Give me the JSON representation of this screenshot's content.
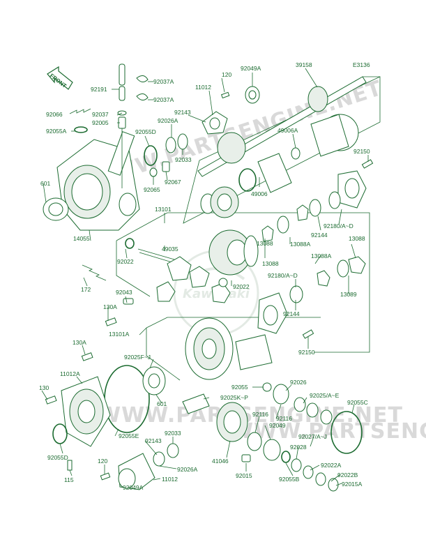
{
  "diagram": {
    "ref_code": "E3136",
    "direction_marker": "FRONT",
    "watermarks": [
      "WWW.PARTSENGINE.NET",
      "WWW.PARTSENGINE.NET",
      "WWW.PARTSENGINE.NET"
    ],
    "brand_logo_text": "Kawasaki",
    "callouts": [
      "92191",
      "92037A",
      "92037A",
      "120",
      "11012",
      "92049A",
      "39158",
      "92066",
      "92037",
      "92005",
      "92055A",
      "92143",
      "92026A",
      "92055D",
      "92033",
      "49006A",
      "92150",
      "601",
      "92065",
      "92067",
      "49006",
      "13101",
      "49035",
      "92022",
      "14055",
      "13088",
      "92144",
      "92180/A~D",
      "13088",
      "13088A",
      "13088A",
      "13088",
      "172",
      "92043",
      "92022",
      "92180/A~D",
      "13089",
      "130A",
      "92144",
      "13101A",
      "92150",
      "130A",
      "92025F~J",
      "11012A",
      "130",
      "601",
      "92055",
      "92026",
      "92025K~P",
      "92025/A~E",
      "92116",
      "92116",
      "92055C",
      "92055E",
      "92049",
      "92143",
      "92033",
      "92027/A~J",
      "41046",
      "92026A",
      "92028",
      "92055D",
      "92022A",
      "120",
      "92015",
      "92055B",
      "92022B",
      "115",
      "11012",
      "92049A",
      "92015A"
    ]
  }
}
